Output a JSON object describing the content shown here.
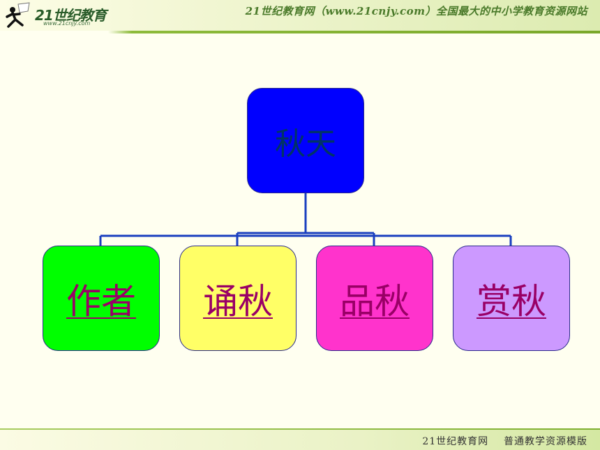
{
  "header": {
    "logo_text": "21世纪教育",
    "logo_url": "www.21cnjy.com",
    "banner": "21世纪教育网（www.21cnjy.com）全国最大的中小学教育资源网站"
  },
  "diagram": {
    "root": "秋天",
    "children": [
      {
        "label": "作者",
        "color": "#00FF00"
      },
      {
        "label": "诵秋",
        "color": "#FFFF66"
      },
      {
        "label": "品秋",
        "color": "#FF33CC"
      },
      {
        "label": "赏秋",
        "color": "#CC99FF"
      }
    ],
    "root_color": "#0000FF",
    "link_color": "#990066",
    "connector_color": "#1a3fbf"
  },
  "footer": {
    "site": "21世纪教育网",
    "template": "普通教学资源模版"
  }
}
